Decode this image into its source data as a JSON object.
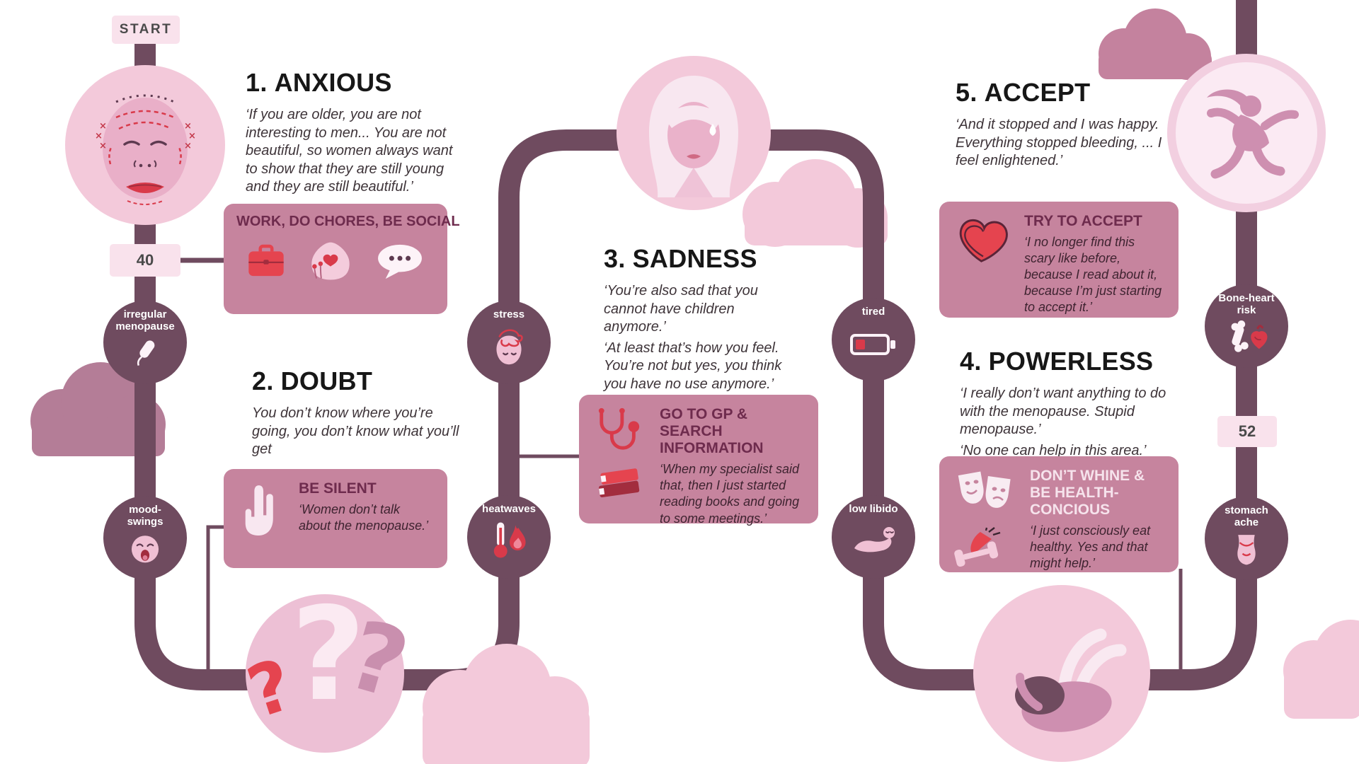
{
  "infographic": {
    "start_label": "START",
    "age_start": "40",
    "age_end": "52"
  },
  "colors": {
    "path": "#6F4B5F",
    "node": "#6F4B5F",
    "action_box": "#C6849E",
    "box_title": "#6E2B4D",
    "light_pink_circle": "#F3C9DA",
    "badge_pink": "#F9E2EC",
    "accent_red": "#E5444F",
    "heading_text": "#171717",
    "quote_text": "#3E3439",
    "cloud_mauve": "#B47D97",
    "cloud_pink": "#F3C9DA"
  },
  "stages": [
    {
      "number": "1.",
      "title": "ANXIOUS",
      "quotes": [
        "‘If you are older, you are not interesting to men... You are not beautiful, so women always want to show that they are still young and they are still beautiful.’"
      ]
    },
    {
      "number": "2.",
      "title": "DOUBT",
      "quotes": [
        "You don’t know where you’re going, you don’t know what you’ll get"
      ]
    },
    {
      "number": "3.",
      "title": "SADNESS",
      "quotes": [
        "‘You’re also sad that you cannot have children anymore.’",
        "‘At least that’s how you feel. You’re not but yes, you think you have no use anymore.’"
      ]
    },
    {
      "number": "4.",
      "title": "POWERLESS",
      "quotes": [
        "‘I really don’t want anything to do with the menopause. Stupid menopause.’",
        "‘No one can help in this area.’"
      ]
    },
    {
      "number": "5.",
      "title": "ACCEPT",
      "quotes": [
        "‘And it stopped and I was happy. Everything stopped bleeding, ... I feel enlightened.’"
      ]
    }
  ],
  "actions": {
    "work": {
      "title": "WORK, DO CHORES, BE SOCIAL",
      "icons": [
        "briefcase-icon",
        "home-heart-icon",
        "speech-bubble-icon"
      ]
    },
    "be_silent": {
      "title": "BE SILENT",
      "quote": "‘Women don’t talk about the menopause.’",
      "icon": "shush-hand-icon"
    },
    "go_to_gp": {
      "title": "GO TO GP & SEARCH INFORMATION",
      "quote": "‘When my specialist said that, then I just started reading books and going to some meetings.’",
      "icons": [
        "stethoscope-icon",
        "books-icon"
      ]
    },
    "try_to_accept": {
      "title": "TRY TO ACCEPT",
      "quote": "‘I no longer find this scary like before, because I read about it, because I’m just starting to accept it.’",
      "icon": "sketched-heart-icon"
    },
    "dont_whine": {
      "title": "DON’T WHINE & BE HEALTH-CONCIOUS",
      "quote": "‘I just consciously eat healthy. Yes and that might help.’",
      "icons": [
        "theater-masks-icon",
        "carrot-dumbbell-icon"
      ]
    }
  },
  "symptoms": {
    "irregular_menopause": {
      "lines": [
        "irregular",
        "menopause"
      ],
      "icon": "tampon-icon"
    },
    "mood_swings": {
      "lines": [
        "mood-",
        "swings"
      ],
      "icon": "sad-face-icon"
    },
    "stress": {
      "lines": [
        "stress"
      ],
      "icon": "stressed-head-icon"
    },
    "heatwaves": {
      "lines": [
        "heatwaves"
      ],
      "icon": "thermometer-flame-icon"
    },
    "tired": {
      "lines": [
        "tired"
      ],
      "icon": "low-battery-icon"
    },
    "low_libido": {
      "lines": [
        "low libido"
      ],
      "icon": "reclining-figure-icon"
    },
    "bone_heart_risk": {
      "lines": [
        "Bone-heart",
        "risk"
      ],
      "icon": "bone-heart-icon"
    },
    "stomach_ache": {
      "lines": [
        "stomach",
        "ache"
      ],
      "icon": "torso-icon"
    }
  },
  "question_circle": {
    "marks": [
      "?",
      "?",
      "?"
    ]
  },
  "illustrations": [
    "face-map",
    "headscarf-sweat",
    "joyful-figure",
    "question-marks",
    "reclining-person"
  ]
}
